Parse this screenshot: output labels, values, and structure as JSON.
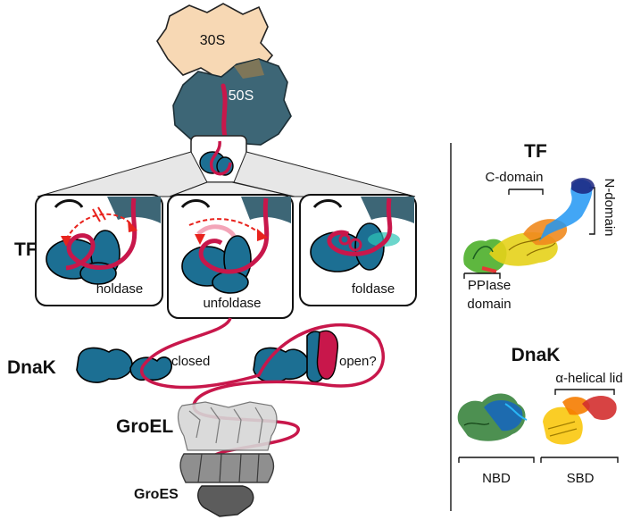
{
  "ribosome": {
    "small_subunit": "30S",
    "large_subunit": "50S"
  },
  "trigger_factor": {
    "label": "TF",
    "panels": [
      {
        "mode": "holdase"
      },
      {
        "mode": "unfoldase"
      },
      {
        "mode": "foldase"
      }
    ]
  },
  "dnak": {
    "label": "DnaK",
    "states": [
      "closed",
      "open?"
    ]
  },
  "groel": {
    "label": "GroEL"
  },
  "groes": {
    "label": "GroES"
  },
  "structures": {
    "tf": {
      "title": "TF",
      "domains": [
        "C-domain",
        "N-domain",
        "PPIase",
        "domain"
      ]
    },
    "dnak": {
      "title": "DnaK",
      "domains": [
        "α-helical lid",
        "NBD",
        "SBD"
      ]
    }
  },
  "colors": {
    "chain": "#c8174b",
    "chaperone": "#1c6f93",
    "ribosome_large": "#3d6676",
    "ribosome_small": "#f7d8b4",
    "groel": "#8f8f8f"
  }
}
